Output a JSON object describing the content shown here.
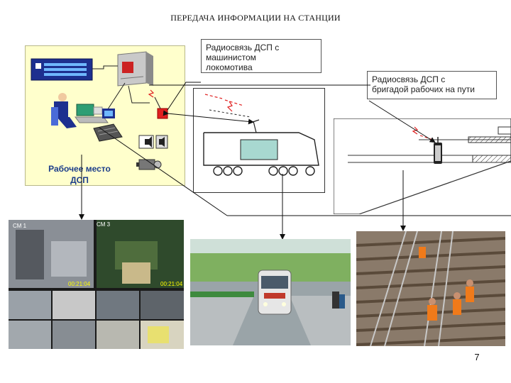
{
  "title": "ПЕРЕДАЧА ИНФОРМАЦИИ НА СТАНЦИИ",
  "workplace": {
    "label_line1": "Рабочее место",
    "label_line2": "ДСП"
  },
  "callouts": {
    "driver": {
      "line1": "Радиосвязь ДСП с",
      "line2": "машинистом",
      "line3": "локомотива"
    },
    "crew": {
      "line1": "Радиосвязь ДСП с",
      "line2": "бригадой рабочих на пути"
    }
  },
  "cctv": {
    "cams": [
      {
        "label": "СМ 1",
        "time": "00:21:04"
      },
      {
        "label": "СМ 3",
        "time": "00:21:04"
      }
    ]
  },
  "page_number": "7",
  "colors": {
    "workplace_bg": "#ffffcc",
    "label_blue": "#1c3d8a",
    "radio_red": "#e02020",
    "screen_teal": "#a8d8d0",
    "equipment_blue": "#1d2f8f"
  }
}
